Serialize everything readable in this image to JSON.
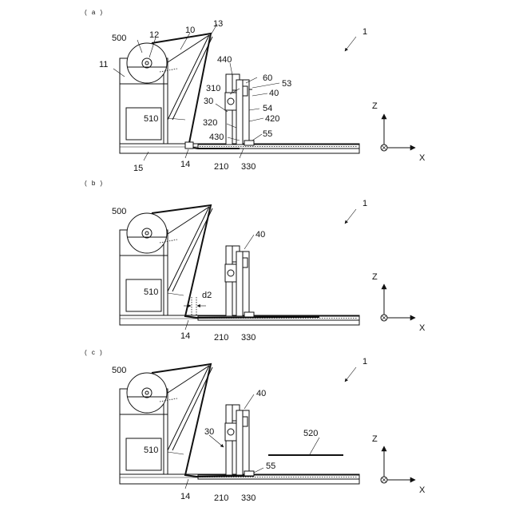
{
  "panels": [
    {
      "label": "( a )",
      "refs": {
        "r1": "1",
        "r10": "10",
        "r11": "11",
        "r12": "12",
        "r13": "13",
        "r14": "14",
        "r15": "15",
        "r30": "30",
        "r40": "40",
        "r53": "53",
        "r54": "54",
        "r55": "55",
        "r60": "60",
        "r210": "210",
        "r310": "310",
        "r320": "320",
        "r330": "330",
        "r420": "420",
        "r430": "430",
        "r440": "440",
        "r500": "500",
        "r510": "510"
      },
      "axes": {
        "z": "Z",
        "x": "X"
      }
    },
    {
      "label": "( b )",
      "refs": {
        "r1": "1",
        "r14": "14",
        "r40": "40",
        "r210": "210",
        "r330": "330",
        "r500": "500",
        "r510": "510",
        "d2": "d2"
      },
      "axes": {
        "z": "Z",
        "x": "X"
      }
    },
    {
      "label": "( c )",
      "refs": {
        "r1": "1",
        "r14": "14",
        "r30": "30",
        "r40": "40",
        "r55": "55",
        "r210": "210",
        "r330": "330",
        "r500": "500",
        "r510": "510",
        "r520": "520"
      },
      "axes": {
        "z": "Z",
        "x": "X"
      }
    }
  ]
}
